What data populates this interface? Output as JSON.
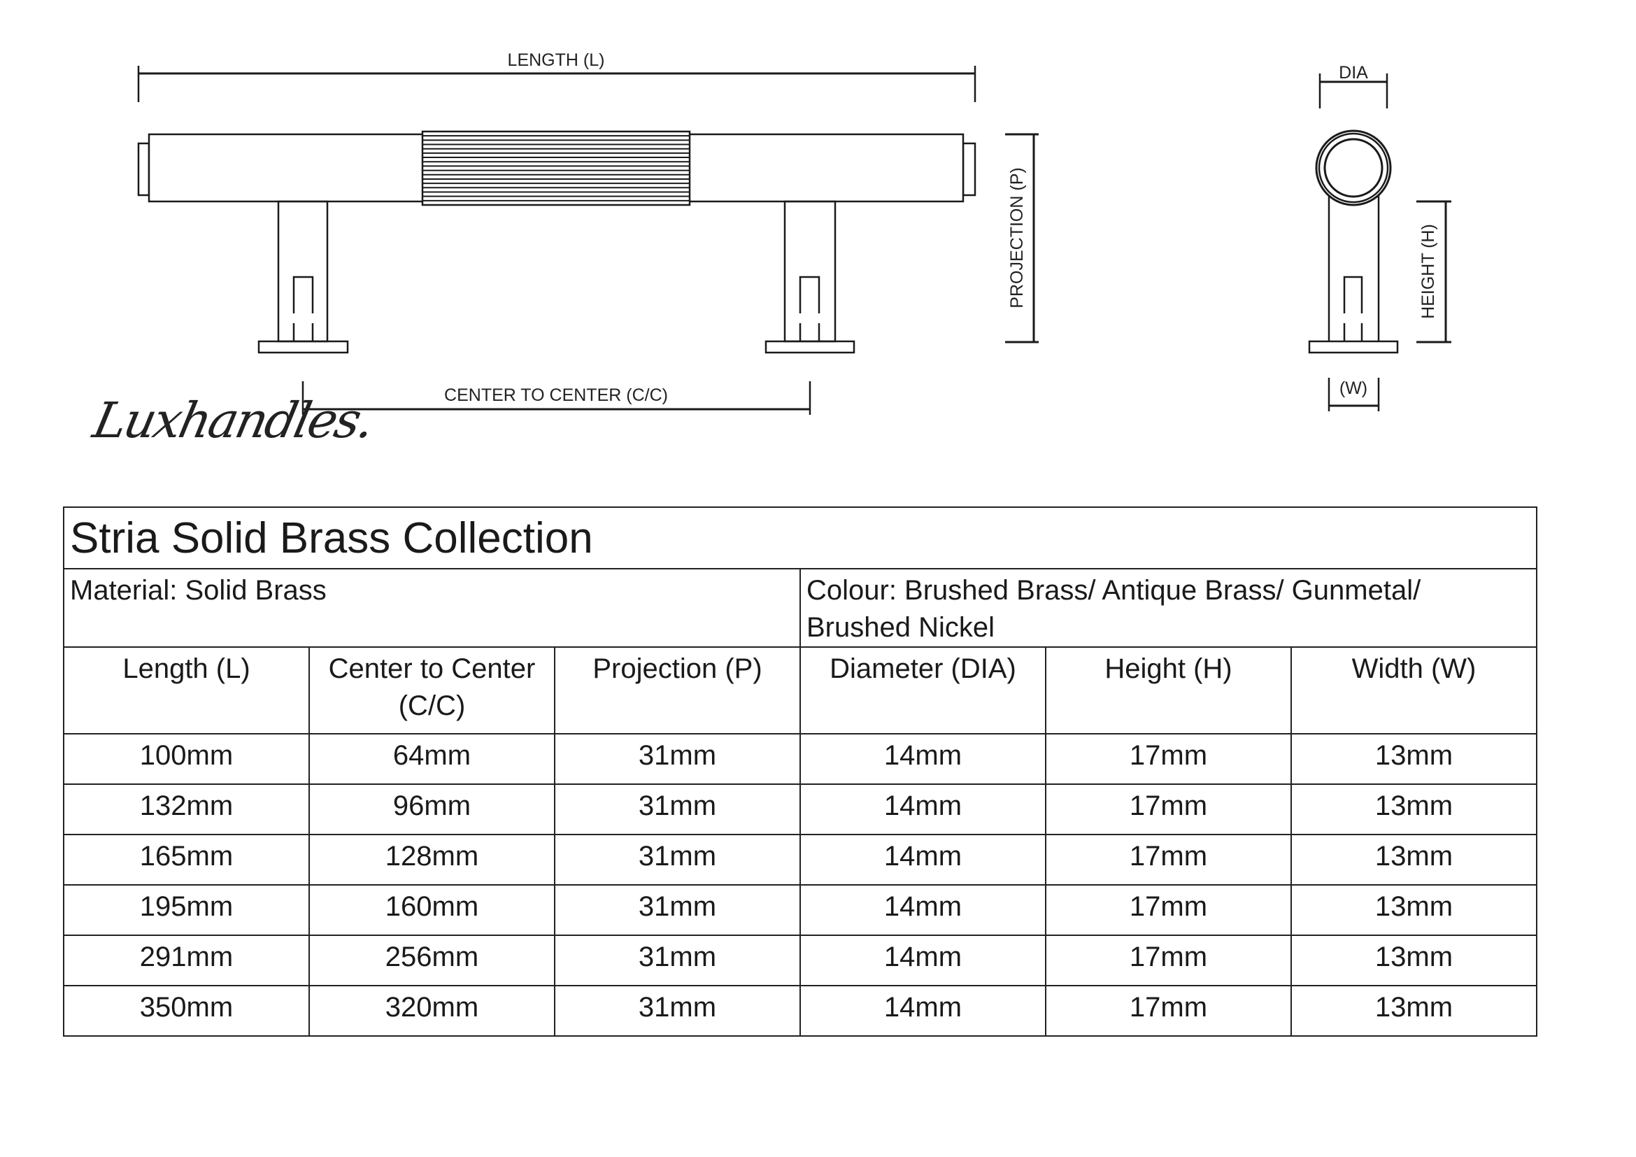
{
  "drawing": {
    "front_view": {
      "length_label": "LENGTH (L)",
      "center_label": "CENTER TO CENTER (C/C)",
      "projection_label": "PROJECTION (P)"
    },
    "side_view": {
      "diameter_label": "DIA",
      "height_label": "HEIGHT (H)",
      "width_label": "(W)"
    }
  },
  "logo": {
    "text": "Luxhandles."
  },
  "table": {
    "title": "Stria Solid Brass Collection",
    "material": "Material: Solid Brass",
    "colour_line1": "Colour: Brushed Brass/ Antique Brass/ Gunmetal/",
    "colour_line2": "Brushed Nickel",
    "headers": [
      "Length (L)",
      "Center to Center (C/C)",
      "Projection (P)",
      "Diameter (DIA)",
      "Height (H)",
      "Width (W)"
    ],
    "rows": [
      [
        "100mm",
        "64mm",
        "31mm",
        "14mm",
        "17mm",
        "13mm"
      ],
      [
        "132mm",
        "96mm",
        "31mm",
        "14mm",
        "17mm",
        "13mm"
      ],
      [
        "165mm",
        "128mm",
        "31mm",
        "14mm",
        "17mm",
        "13mm"
      ],
      [
        "195mm",
        "160mm",
        "31mm",
        "14mm",
        "17mm",
        "13mm"
      ],
      [
        "291mm",
        "256mm",
        "31mm",
        "14mm",
        "17mm",
        "13mm"
      ],
      [
        "350mm",
        "320mm",
        "31mm",
        "14mm",
        "17mm",
        "13mm"
      ]
    ]
  }
}
